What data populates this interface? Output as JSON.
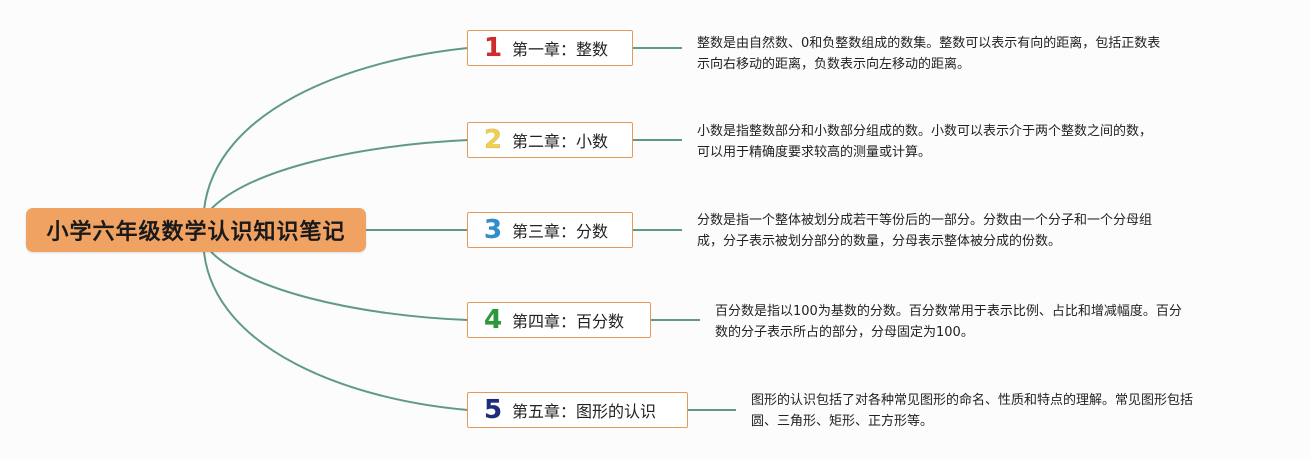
{
  "root": {
    "title": "小学六年级数学认识知识笔记"
  },
  "colors": {
    "root_fill": "#f0a263",
    "node_border": "#e39a5a",
    "connector": "#5f9a86",
    "number_1": "#d12c2c",
    "number_2": "#f2cf4a",
    "number_3": "#2e8fd0",
    "number_4": "#2c9a3a",
    "number_5": "#1e2c7d"
  },
  "chapters": [
    {
      "number": "1",
      "title": "第一章：整数",
      "note_line1": "整数是由自然数、0和负整数组成的数集。整数可以表示有向的距离，包括正数表",
      "note_line2": "示向右移动的距离，负数表示向左移动的距离。"
    },
    {
      "number": "2",
      "title": "第二章：小数",
      "note_line1": "小数是指整数部分和小数部分组成的数。小数可以表示介于两个整数之间的数，",
      "note_line2": "可以用于精确度要求较高的测量或计算。"
    },
    {
      "number": "3",
      "title": "第三章：分数",
      "note_line1": "分数是指一个整体被划分成若干等份后的一部分。分数由一个分子和一个分母组",
      "note_line2": "成，分子表示被划分部分的数量，分母表示整体被分成的份数。"
    },
    {
      "number": "4",
      "title": "第四章：百分数",
      "note_line1": "百分数是指以100为基数的分数。百分数常用于表示比例、占比和增减幅度。百分",
      "note_line2": "数的分子表示所占的部分，分母固定为100。"
    },
    {
      "number": "5",
      "title": "第五章：图形的认识",
      "note_line1": "图形的认识包括了对各种常见图形的命名、性质和特点的理解。常见图形包括",
      "note_line2": "圆、三角形、矩形、正方形等。"
    }
  ]
}
